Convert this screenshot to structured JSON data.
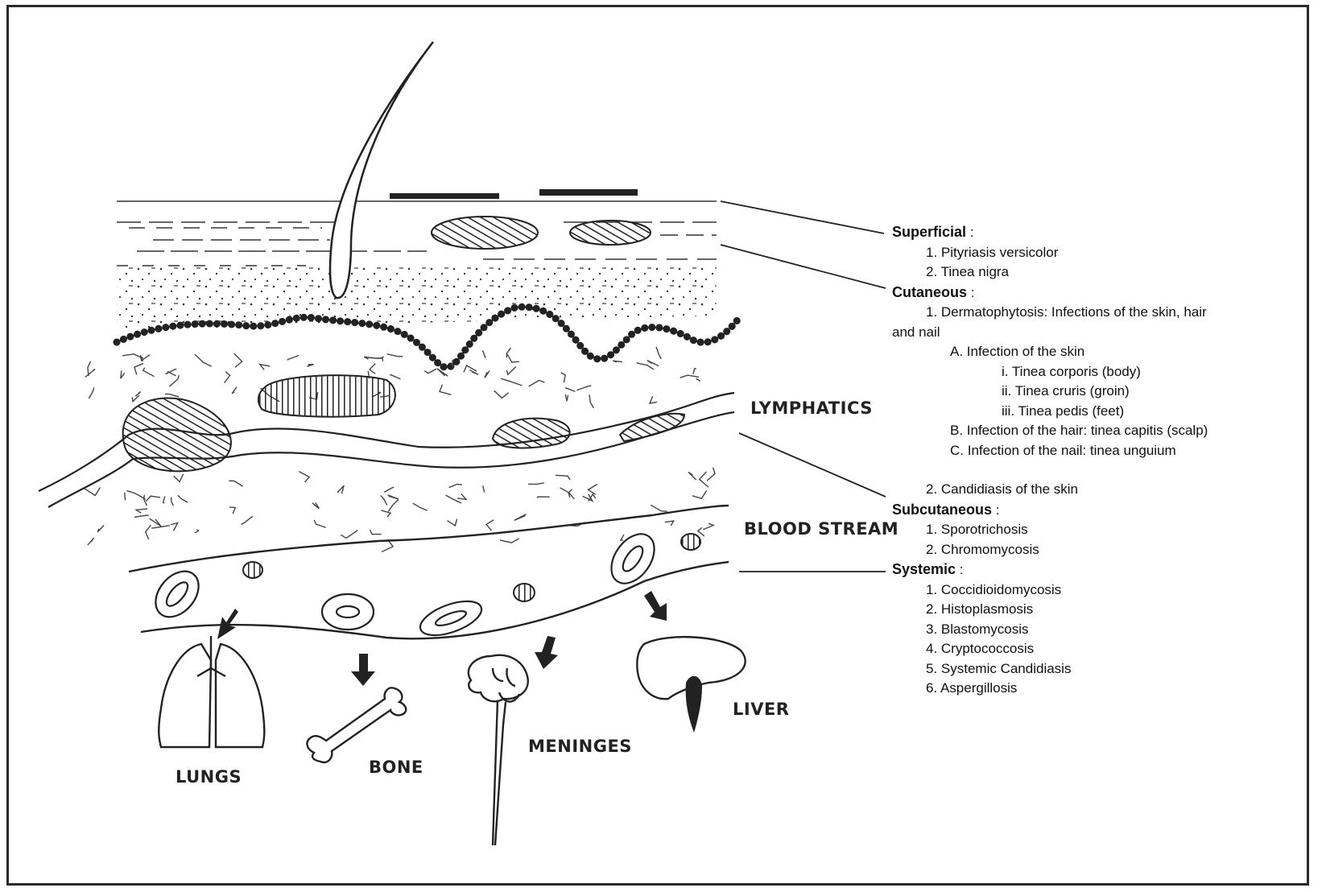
{
  "structure_labels": {
    "lymphatics": "LYMPHATICS",
    "blood_stream": "BLOOD STREAM",
    "lungs": "LUNGS",
    "bone": "BONE",
    "meninges": "MENINGES",
    "liver": "LIVER"
  },
  "categories": {
    "superficial": {
      "heading": "Superficial",
      "items": [
        "1. Pityriasis versicolor",
        "2. Tinea nigra"
      ]
    },
    "cutaneous": {
      "heading": "Cutaneous",
      "item1_line1": "1. Dermatophytosis: Infections of the skin, hair",
      "item1_line2": "and nail",
      "skin": "A. Infection of the skin",
      "skin_items": [
        "i. Tinea corporis (body)",
        "ii. Tinea cruris (groin)",
        "iii. Tinea pedis (feet)"
      ],
      "hair": "B. Infection of the hair: tinea capitis (scalp)",
      "nail": "C. Infection of the nail: tinea unguium",
      "item2": "2. Candidiasis of the skin"
    },
    "subcutaneous": {
      "heading": "Subcutaneous",
      "items": [
        "1. Sporotrichosis",
        "2. Chromomycosis"
      ]
    },
    "systemic": {
      "heading": "Systemic",
      "items": [
        "1. Coccidioidomycosis",
        "2. Histoplasmosis",
        "3. Blastomycosis",
        "4. Cryptococcosis",
        "5. Systemic Candidiasis",
        "6. Aspergillosis"
      ]
    }
  },
  "colon": ":"
}
